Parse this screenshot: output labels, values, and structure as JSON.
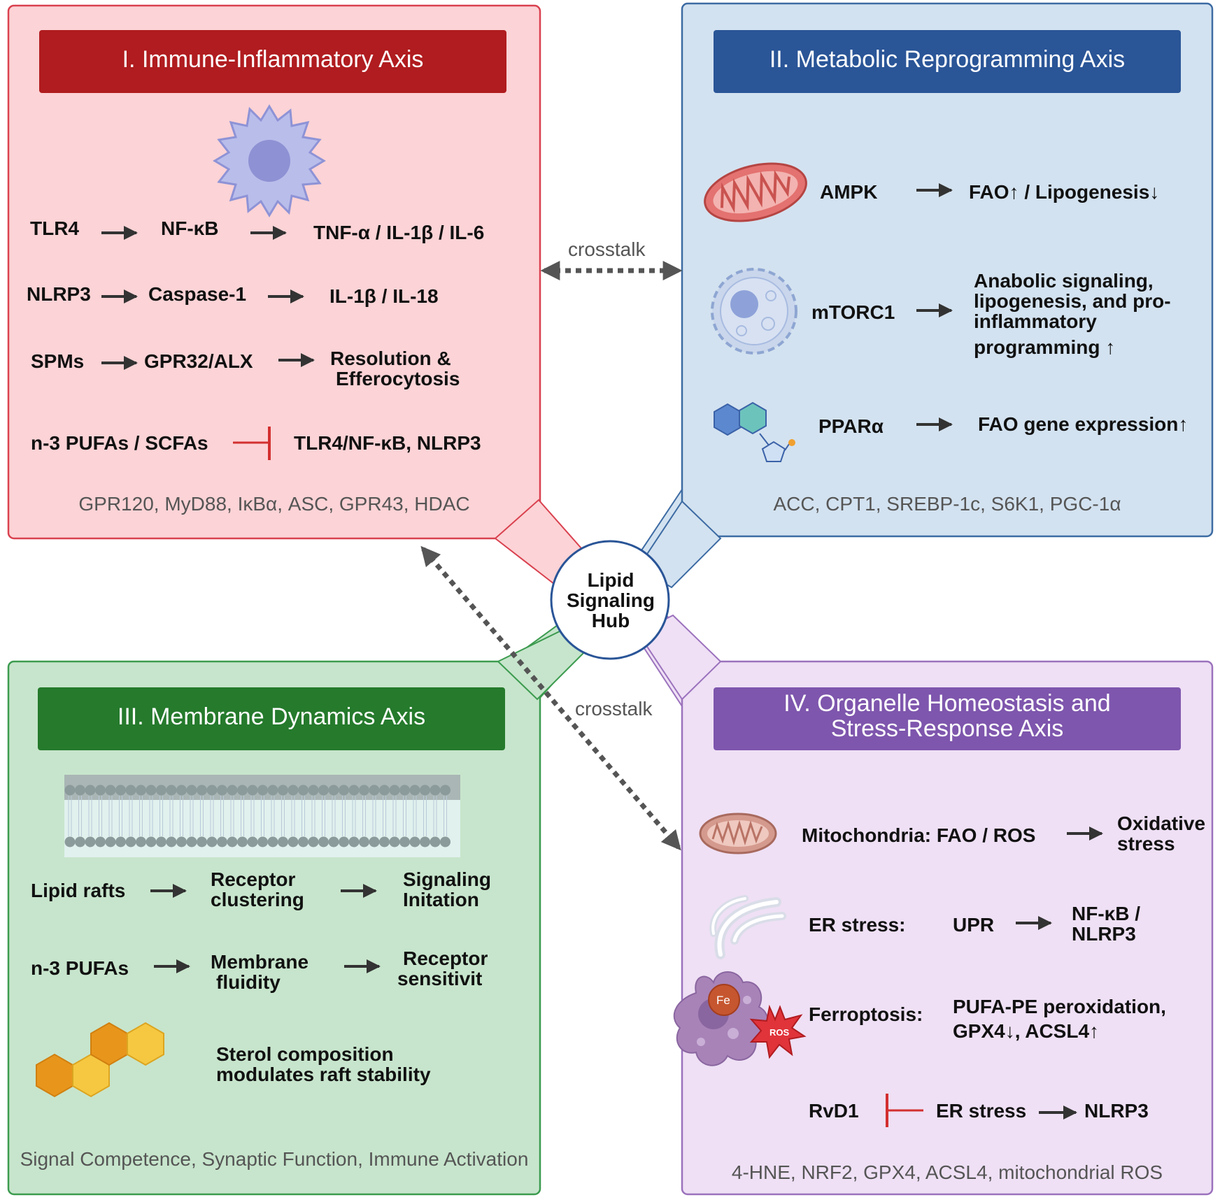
{
  "hub": {
    "line1": "Lipid",
    "line2": "Signaling",
    "line3": "Hub"
  },
  "crosstalk": {
    "top": "crosstalk",
    "bottom": "crosstalk"
  },
  "colors": {
    "panel1_fill": "#fcd3d6",
    "panel1_border": "#d9414f",
    "panel1_header": "#b01c1f",
    "panel2_fill": "#d3e2f0",
    "panel2_border": "#3d6ba3",
    "panel2_header": "#2a5597",
    "panel3_fill": "#c7e5cc",
    "panel3_border": "#3c9b4f",
    "panel3_header": "#257a2c",
    "panel4_fill": "#efe0f5",
    "panel4_border": "#9b72bd",
    "panel4_header": "#7e56ad",
    "inhibit": "#d32f2f"
  },
  "panel1": {
    "title": "I. Immune-Inflammatory Axis",
    "icon": "immune-cell-icon",
    "r1": {
      "a": "TLR4",
      "b": "NF-κB",
      "c": "TNF-α / IL-1β / IL-6"
    },
    "r2": {
      "a": "NLRP3",
      "b": "Caspase-1",
      "c": "IL-1β / IL-18"
    },
    "r3": {
      "a": "SPMs",
      "b": "GPR32/ALX",
      "c1": "Resolution &",
      "c2": "Efferocytosis"
    },
    "r4": {
      "a": "n-3 PUFAs / SCFAs",
      "c": "TLR4/NF-κB, NLRP3"
    },
    "footer": "GPR120, MyD88, IκBα, ASC, GPR43, HDAC"
  },
  "panel2": {
    "title": "II. Metabolic Reprogramming Axis",
    "r1": {
      "icon": "mitochondrion-icon",
      "a": "AMPK",
      "c": "FAO↑ / Lipogenesis↓"
    },
    "r2": {
      "icon": "cell-icon",
      "a": "mTORC1",
      "c1": "Anabolic signaling,",
      "c2": "lipogenesis, and pro-",
      "c3": "inflammatory",
      "c4": "programming ↑"
    },
    "r3": {
      "icon": "molecule-icon",
      "a": "PPARα",
      "c": "FAO gene expression↑"
    },
    "footer": "ACC, CPT1, SREBP-1c, S6K1, PGC-1α"
  },
  "panel3": {
    "title": "III. Membrane Dynamics Axis",
    "icon": "lipid-bilayer-icon",
    "r1": {
      "a": "Lipid rafts",
      "b1": "Receptor",
      "b2": "clustering",
      "c1": "Signaling",
      "c2": "Initation"
    },
    "r2": {
      "a": "n-3 PUFAs",
      "b1": "Membrane",
      "b2": "fluidity",
      "c1": "Receptor",
      "c2": "sensitivit"
    },
    "r3": {
      "icon": "sterol-icon",
      "t1": "Sterol composition",
      "t2": "modulates raft stability"
    },
    "footer": "Signal Competence, Synaptic Function, Immune Activation"
  },
  "panel4": {
    "title1": "IV. Organelle Homeostasis and",
    "title2": "Stress-Response Axis",
    "r1": {
      "icon": "mitochondrion-icon",
      "a": "Mitochondria: FAO / ROS",
      "c1": "Oxidative",
      "c2": "stress"
    },
    "r2": {
      "icon": "er-icon",
      "a": "ER stress:",
      "b": "UPR",
      "c1": "NF-κB /",
      "c2": "NLRP3"
    },
    "r3": {
      "icon": "ferroptotic-cell-icon",
      "fe": "Fe",
      "ros": "ROS",
      "a": "Ferroptosis:",
      "c1": "PUFA-PE peroxidation,",
      "c2": "GPX4↓, ACSL4↑"
    },
    "r4": {
      "a": "RvD1",
      "b": "ER stress",
      "c": "NLRP3"
    },
    "footer": "4-HNE, NRF2, GPX4, ACSL4, mitochondrial ROS"
  }
}
